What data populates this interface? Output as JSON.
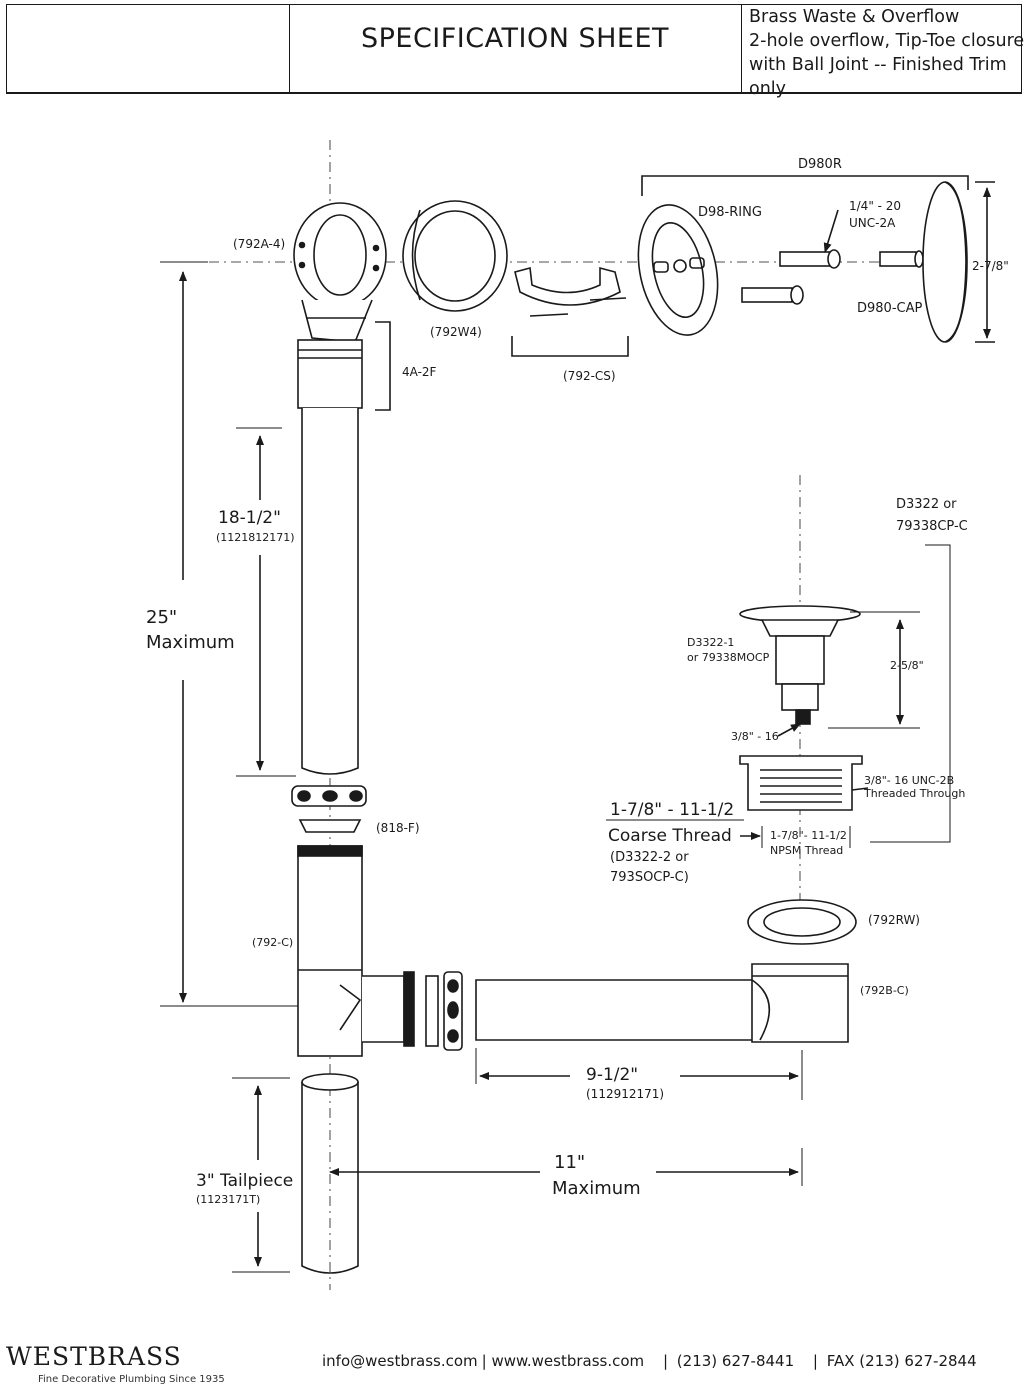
{
  "header": {
    "title": "SPECIFICATION SHEET",
    "desc": [
      "Brass Waste & Overflow",
      "2-hole overflow, Tip-Toe closure",
      "with Ball Joint -- Finished Trim",
      "only"
    ]
  },
  "labels": {
    "d980r": "D980R",
    "d98ring": "D98-RING",
    "unc_a": "1/4\" - 20",
    "unc_b": "UNC-2A",
    "cap_h": "2-7/8\"",
    "d980cap": "D980-CAP",
    "p792a4": "(792A-4)",
    "p792w4": "(792W4)",
    "p792cs": "(792-CS)",
    "p4a2f": "4A-2F",
    "dim25_a": "25\"",
    "dim25_b": "Maximum",
    "dim1812": "18-1/2\"",
    "pn1812": "(1121812171)",
    "d3322_a": "D3322 or",
    "d3322_b": "79338CP-C",
    "d33221_a": "D3322-1",
    "d33221_b": "or 79338MOCP",
    "dim258": "2-5/8\"",
    "thr38": "3/8\" - 16",
    "thr38unc_a": "3/8\"- 16 UNC-2B",
    "thr38unc_b": "Threaded Through",
    "coarse_a": "1-7/8\" - 11-1/2",
    "coarse_b": "Coarse Thread",
    "npsm_a": "1-7/8\"- 11-1/2",
    "npsm_b": "NPSM Thread",
    "d33222_a": "(D3322-2 or",
    "d33222_b": "793SOCP-C)",
    "p818f": "(818-F)",
    "p792rw": "(792RW)",
    "p792c": "(792-C)",
    "p792bc": "(792B-C)",
    "dim912": "9-1/2\"",
    "pn912": "(112912171)",
    "dim11_a": "11\"",
    "dim11_b": "Maximum",
    "tail_a": "3\" Tailpiece",
    "tail_b": "(1123171T)"
  },
  "footer": {
    "logo": "WESTBRASS",
    "tagline": "Fine Decorative Plumbing Since 1935",
    "email": "info@westbrass.com",
    "web": "www.westbrass.com",
    "phone": "(213) 627-8441",
    "fax": "FAX (213) 627-2844"
  }
}
